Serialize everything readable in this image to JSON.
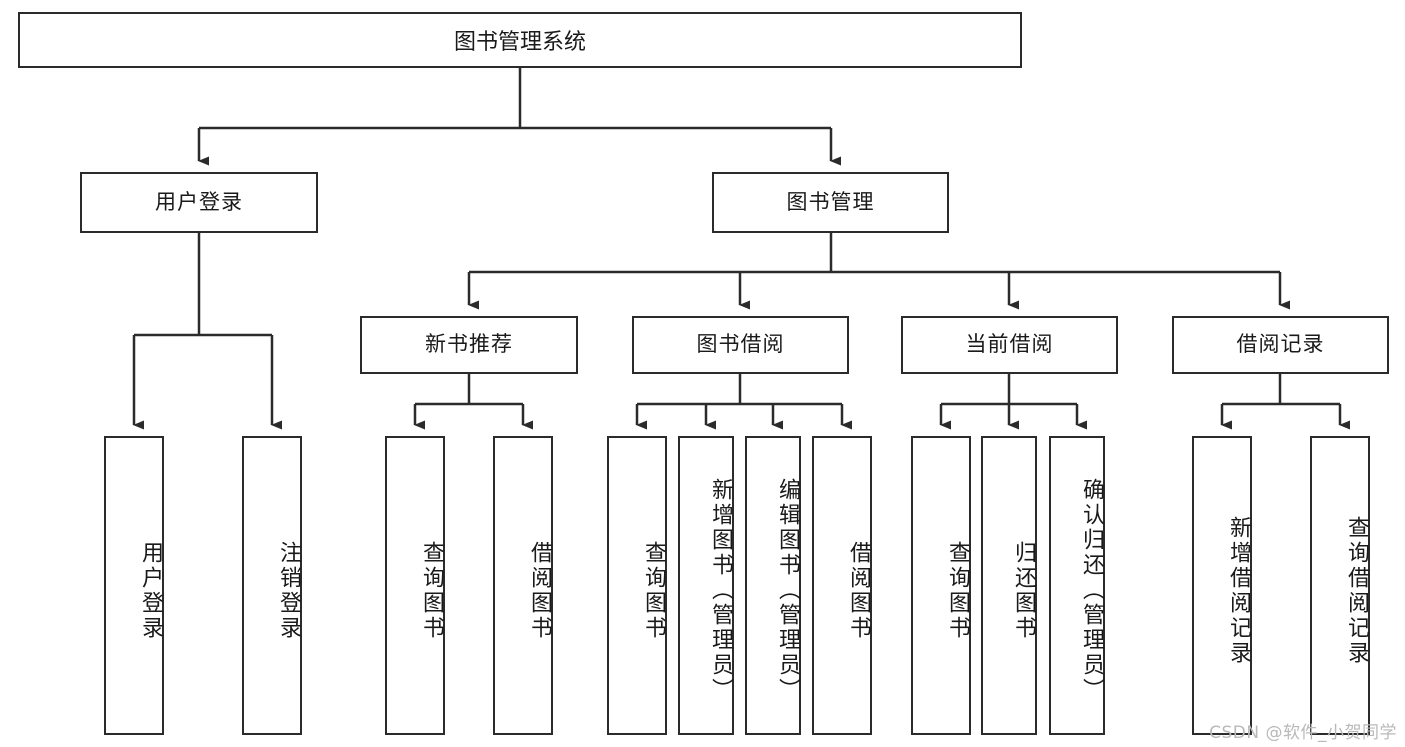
{
  "diagram": {
    "type": "tree-hierarchy",
    "title": "图书管理系统",
    "orientation": "top-down",
    "line_color": "#2b2b2b",
    "box_fill": "#ffffff",
    "box_border": "#2b2b2b",
    "text_color": "#1a1a1a",
    "background": "#ffffff"
  },
  "nodes": {
    "root": {
      "label": "图书管理系统"
    },
    "level2": [
      {
        "id": "user-login",
        "label": "用户登录"
      },
      {
        "id": "book-management",
        "label": "图书管理"
      }
    ],
    "level3": [
      {
        "id": "new-book-recommend",
        "label": "新书推荐"
      },
      {
        "id": "book-borrow",
        "label": "图书借阅"
      },
      {
        "id": "current-borrow",
        "label": "当前借阅"
      },
      {
        "id": "borrow-record",
        "label": "借阅记录"
      }
    ],
    "leaves": {
      "user-login": [
        {
          "id": "leaf-user-login",
          "label": "用户登录"
        },
        {
          "id": "leaf-logout",
          "label": "注销登录"
        }
      ],
      "new-book-recommend": [
        {
          "id": "leaf-query-book-1",
          "label": "查询图书"
        },
        {
          "id": "leaf-borrow-book-1",
          "label": "借阅图书"
        }
      ],
      "book-borrow": [
        {
          "id": "leaf-query-book-2",
          "label": "查询图书"
        },
        {
          "id": "leaf-add-book",
          "label": "新增图书（管理员）"
        },
        {
          "id": "leaf-edit-book",
          "label": "编辑图书（管理员）"
        },
        {
          "id": "leaf-borrow-book-2",
          "label": "借阅图书"
        }
      ],
      "current-borrow": [
        {
          "id": "leaf-query-book-3",
          "label": "查询图书"
        },
        {
          "id": "leaf-return-book",
          "label": "归还图书"
        },
        {
          "id": "leaf-confirm-return",
          "label": "确认归还（管理员）"
        }
      ],
      "borrow-record": [
        {
          "id": "leaf-add-record",
          "label": "新增借阅记录"
        },
        {
          "id": "leaf-query-record",
          "label": "查询借阅记录"
        }
      ]
    }
  },
  "watermark": {
    "text": "CSDN @软件_小贺同学",
    "color": "#b9b9b9"
  }
}
